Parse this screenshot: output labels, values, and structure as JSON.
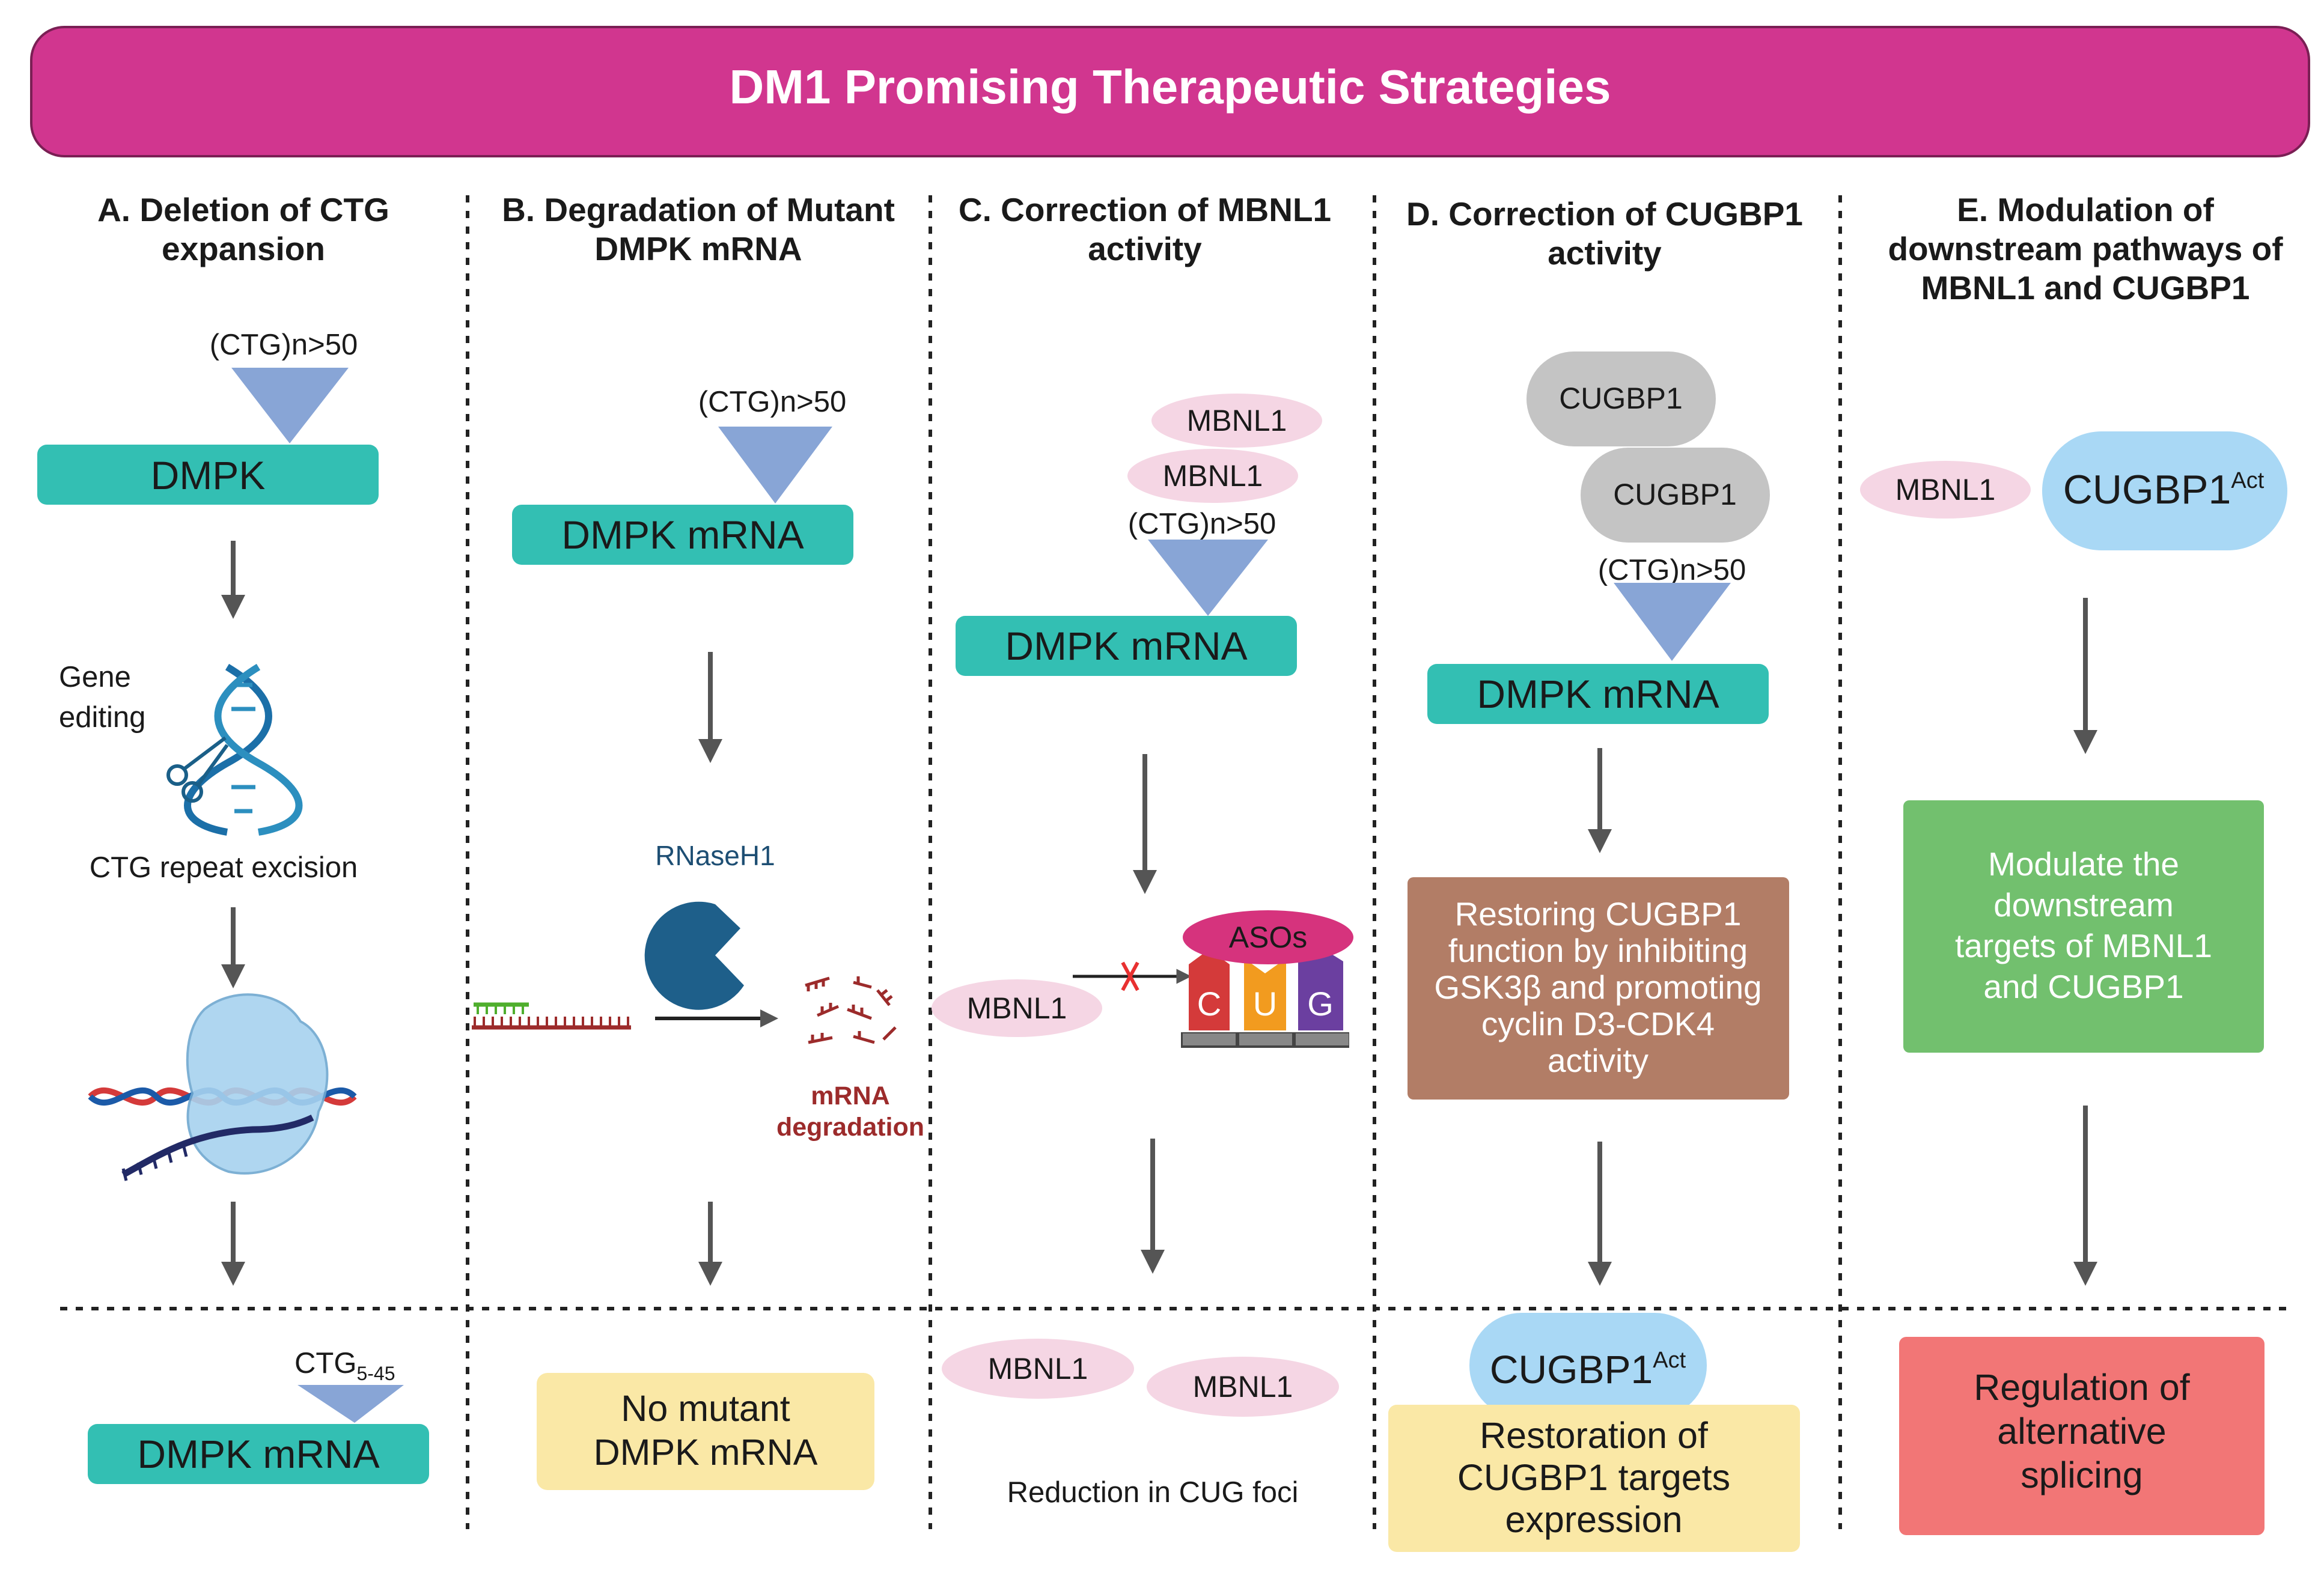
{
  "title": "DM1 Promising Therapeutic Strategies",
  "columns": {
    "a": {
      "heading": [
        "A. Deletion of CTG",
        "expansion"
      ],
      "repeat_label": "(CTG)n>50",
      "gene_box": "DMPK",
      "editing_label": [
        "Gene",
        "editing"
      ],
      "excision_label": "CTG repeat excision",
      "result_repeat_main": "CTG",
      "result_repeat_sub": "5-45",
      "result_box": "DMPK mRNA"
    },
    "b": {
      "heading": [
        "B. Degradation of Mutant",
        "DMPK mRNA"
      ],
      "repeat_label": "(CTG)n>50",
      "gene_box": "DMPK mRNA",
      "enzyme_label": "RNaseH1",
      "degradation_label": [
        "mRNA",
        "degradation"
      ],
      "result_box": [
        "No mutant",
        "DMPK mRNA"
      ]
    },
    "c": {
      "heading": [
        "C. Correction of MBNL1",
        "activity"
      ],
      "oval_1": "MBNL1",
      "oval_2": "MBNL1",
      "repeat_label": "(CTG)n>50",
      "gene_box": "DMPK mRNA",
      "free_oval": "MBNL1",
      "aso_label": "ASOs",
      "letters": [
        "C",
        "U",
        "G"
      ],
      "result_oval_1": "MBNL1",
      "result_oval_2": "MBNL1",
      "result_text": "Reduction in CUG foci"
    },
    "d": {
      "heading": [
        "D. Correction of CUGBP1",
        "activity"
      ],
      "blob_1": "CUGBP1",
      "blob_2": "CUGBP1",
      "repeat_label": "(CTG)n>50",
      "gene_box": "DMPK mRNA",
      "mechanism_box": [
        "Restoring CUGBP1",
        "function by inhibiting",
        "GSK3β and promoting",
        "cyclin D3-CDK4",
        "activity"
      ],
      "result_pill_main": "CUGBP1",
      "result_pill_sup": "Act",
      "result_box": [
        "Restoration of",
        "CUGBP1 targets",
        "expression"
      ]
    },
    "e": {
      "heading": [
        "E.  Modulation of",
        "downstream pathways of",
        "MBNL1 and CUGBP1"
      ],
      "oval": "MBNL1",
      "pill_main": "CUGBP1",
      "pill_sup": "Act",
      "green_box": [
        "Modulate the",
        "downstream",
        "targets  of MBNL1",
        "and CUGBP1"
      ],
      "result_box": [
        "Regulation of",
        "alternative",
        "splicing"
      ]
    }
  },
  "colors": {
    "banner": "#d1368f",
    "teal": "#33bfb3",
    "triangle": "#88a5d6",
    "pink_oval": "#f5d6e4",
    "grey_blob": "#c4c4c4",
    "light_blue": "#a9d8f5",
    "brown": "#b27d66",
    "green": "#72c06e",
    "yellow": "#fae8a6",
    "red": "#f27676",
    "arrow": "#555555"
  }
}
